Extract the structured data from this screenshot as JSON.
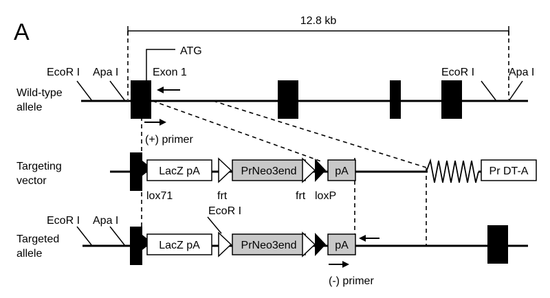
{
  "panel_letter": "A",
  "scale_label": "12.8 kb",
  "atg_label": "ATG",
  "exon1_label": "Exon 1",
  "site_labels": {
    "ecor_wt_left": "EcoR I",
    "apa_wt_left": "Apa I",
    "ecor_wt_right": "EcoR I",
    "apa_wt_right": "Apa I",
    "ecor_tg_left": "EcoR I",
    "apa_tg_left": "Apa I",
    "ecor_tg_mid": "EcoR I"
  },
  "row_labels": {
    "wildtype_1": "Wild-type",
    "wildtype_2": "allele",
    "vector_1": "Targeting",
    "vector_2": "vector",
    "targeted_1": "Targeted",
    "targeted_2": "allele"
  },
  "primer_labels": {
    "plus": "(+) primer",
    "minus": "(-) primer"
  },
  "cassette": {
    "lacz_pa": "LacZ pA",
    "prneo": "PrNeo3end",
    "pa": "pA",
    "prdta": "Pr DT-A"
  },
  "site_marks": {
    "lox71": "lox71",
    "frt_1": "frt",
    "frt_2": "frt",
    "loxp": "loxP"
  }
}
